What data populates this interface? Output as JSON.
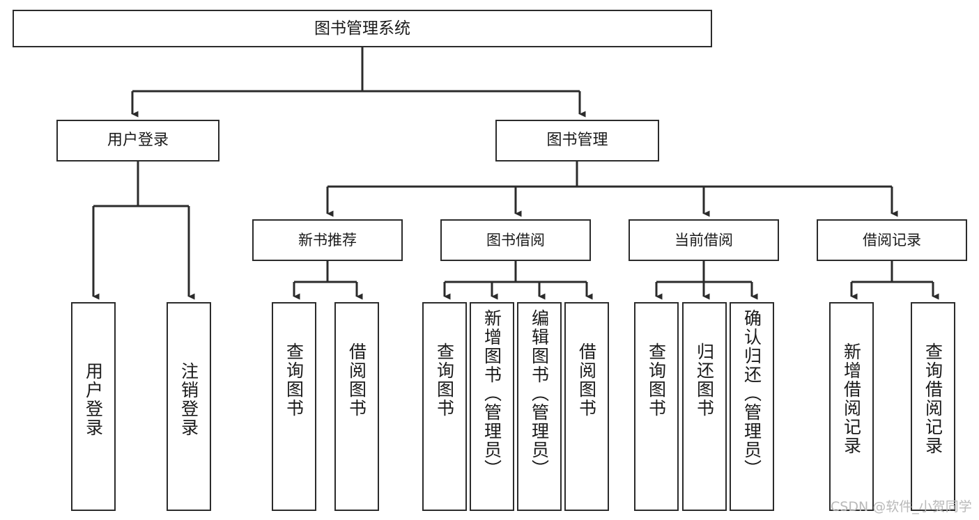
{
  "diagram": {
    "title": "图书管理系统",
    "type": "tree-hierarchy",
    "colors": {
      "box_border": "#2b2b2b",
      "box_fill": "#ffffff",
      "connector": "#2b2b2b",
      "text": "#1a1a1a",
      "watermark": "#b9b9b9"
    },
    "root": {
      "label": "图书管理系统"
    },
    "level2": [
      {
        "label": "用户登录"
      },
      {
        "label": "图书管理"
      }
    ],
    "level3": [
      {
        "label": "新书推荐"
      },
      {
        "label": "图书借阅"
      },
      {
        "label": "当前借阅"
      },
      {
        "label": "借阅记录"
      }
    ],
    "leaves": [
      {
        "label": "用户登录"
      },
      {
        "label": "注销登录"
      },
      {
        "label": "查询图书"
      },
      {
        "label": "借阅图书"
      },
      {
        "label": "查询图书"
      },
      {
        "label": "新增图书（管理员）"
      },
      {
        "label": "编辑图书（管理员）"
      },
      {
        "label": "借阅图书"
      },
      {
        "label": "查询图书"
      },
      {
        "label": "归还图书"
      },
      {
        "label": "确认归还（管理员）"
      },
      {
        "label": "新增借阅记录"
      },
      {
        "label": "查询借阅记录"
      }
    ]
  },
  "watermark": {
    "text": "CSDN @软件_小贺同学"
  }
}
